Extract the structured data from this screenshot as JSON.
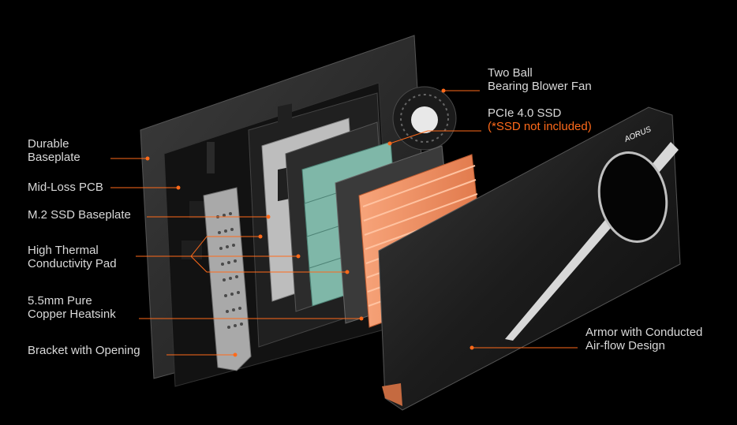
{
  "labels": {
    "fan": {
      "line1": "Two Ball",
      "line2": "Bearing Blower Fan"
    },
    "ssd": {
      "line1": "PCIe 4.0 SSD",
      "line2": "(*SSD not included)"
    },
    "baseplate": {
      "line1": "Durable",
      "line2": "Baseplate"
    },
    "pcb": "Mid-Loss PCB",
    "m2": "M.2 SSD Baseplate",
    "pad": {
      "line1": "High Thermal",
      "line2": "Conductivity Pad"
    },
    "heatsink": {
      "line1": "5.5mm Pure",
      "line2": "Copper Heatsink"
    },
    "bracket": "Bracket with Opening",
    "armor": {
      "line1": "Armor with Conducted",
      "line2": "Air-flow Design"
    }
  },
  "brand": "AORUS",
  "colors": {
    "accent": "#ff6a1a",
    "copper": "#f08a5a",
    "ssd_green": "#7fb7a8",
    "text": "#d9d9d9"
  }
}
